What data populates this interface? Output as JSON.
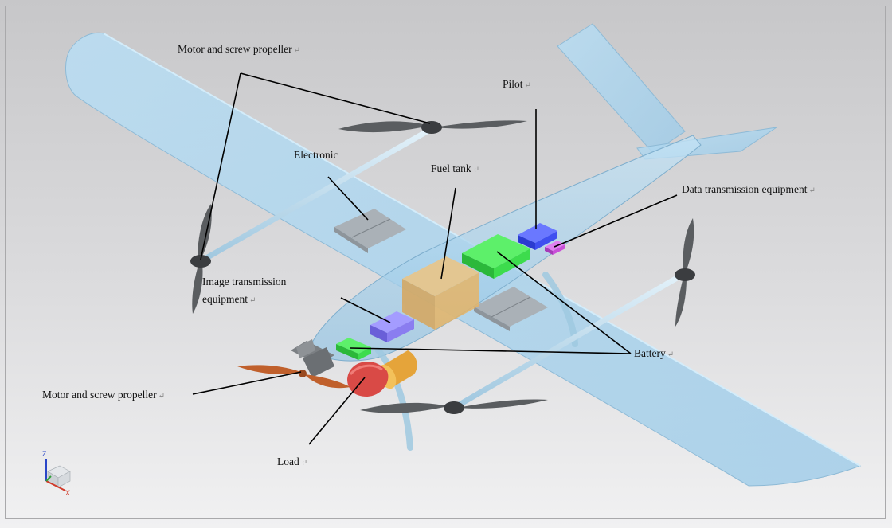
{
  "labels": {
    "motor_top": "Motor and screw propeller",
    "pilot": "Pilot",
    "electronic": "Electronic",
    "fuel_tank": "Fuel tank",
    "data_tx": "Data transmission equipment",
    "image_tx_line1": "Image transmission",
    "image_tx_line2": "equipment",
    "battery": "Battery",
    "motor_left": "Motor and screw propeller",
    "load": "Load"
  },
  "return_mark": "↵",
  "axes": {
    "z": "Z",
    "x": "X"
  },
  "colors": {
    "background_top": "#c7c7c9",
    "background_bottom": "#f1f1f2",
    "airframe": "#a9d4ee",
    "fuel_tank": "#e8b463",
    "battery": "#3ddc4d",
    "pilot": "#3f4ff0",
    "data_transmission": "#c94fd8",
    "image_transmission": "#8a7df0",
    "load": "#d94a46",
    "electronic": "#a3aab0",
    "propeller": "#5a5d60",
    "front_propeller": "#c0602c"
  }
}
